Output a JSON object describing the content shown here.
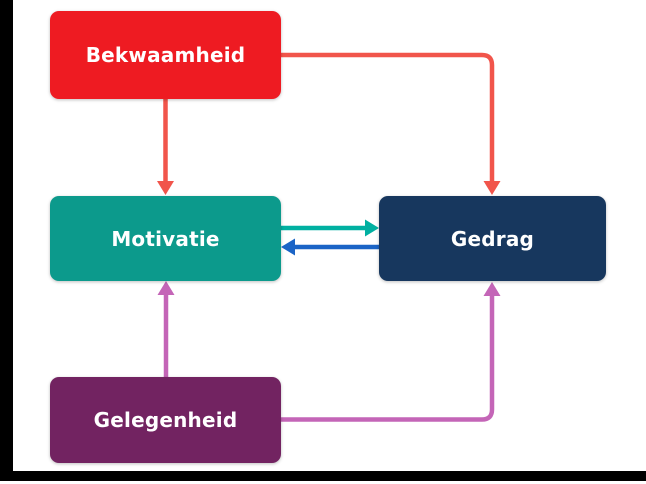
{
  "diagram": {
    "background": "#ffffff",
    "frame_color": "#000000",
    "nodes": [
      {
        "id": "bekwaamheid",
        "label": "Bekwaamheid",
        "color": "#ee1b22",
        "text_color": "#ffffff"
      },
      {
        "id": "motivatie",
        "label": "Motivatie",
        "color": "#0c9a8c",
        "text_color": "#ffffff"
      },
      {
        "id": "gedrag",
        "label": "Gedrag",
        "color": "#17375e",
        "text_color": "#ffffff"
      },
      {
        "id": "gelegenheid",
        "label": "Gelegenheid",
        "color": "#722361",
        "text_color": "#ffffff"
      }
    ],
    "edges": [
      {
        "from": "bekwaamheid",
        "to": "motivatie",
        "shape": "straight-down",
        "color": "#f1554b"
      },
      {
        "from": "bekwaamheid",
        "to": "gedrag",
        "shape": "elbow-right-down",
        "color": "#f1554b"
      },
      {
        "from": "motivatie",
        "to": "gedrag",
        "shape": "straight-right",
        "color": "#00b0a1"
      },
      {
        "from": "gedrag",
        "to": "motivatie",
        "shape": "straight-left",
        "color": "#1b64c6"
      },
      {
        "from": "gelegenheid",
        "to": "motivatie",
        "shape": "straight-up",
        "color": "#c465b7"
      },
      {
        "from": "gelegenheid",
        "to": "gedrag",
        "shape": "elbow-right-up",
        "color": "#c465b7"
      }
    ]
  }
}
